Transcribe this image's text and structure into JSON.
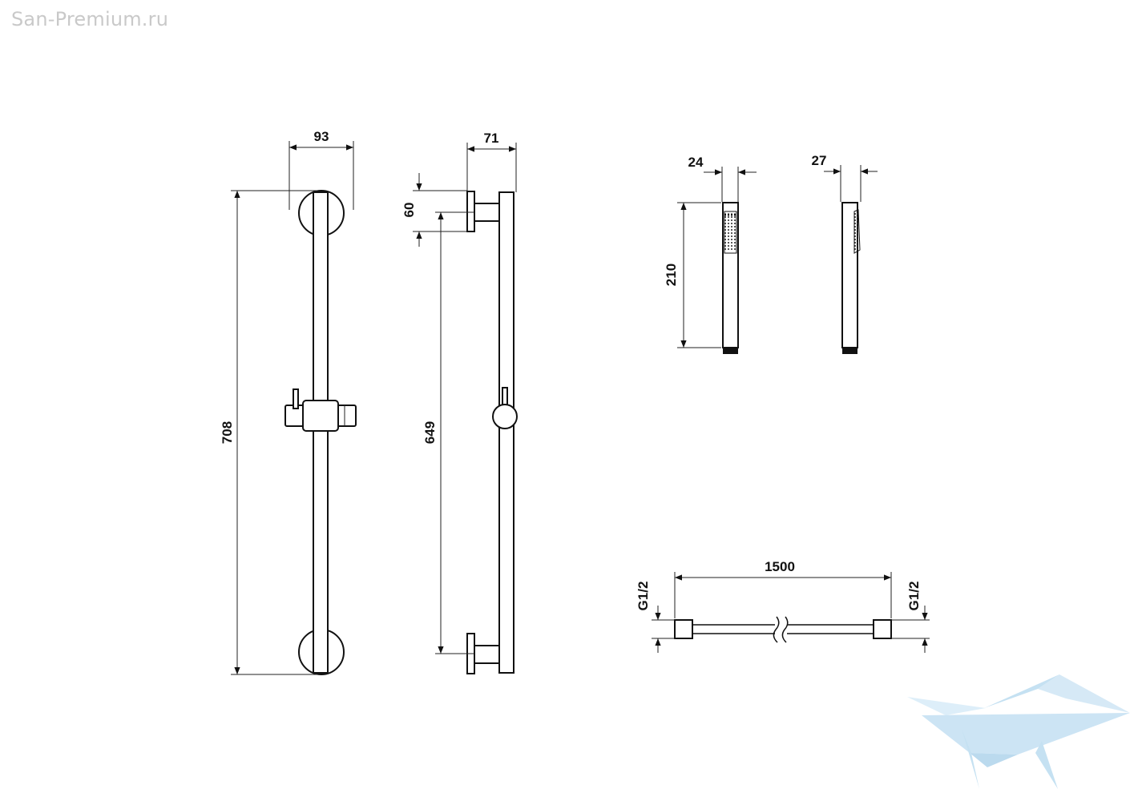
{
  "watermark": "San-Premium.ru",
  "dimensions": {
    "bar_front_width": "93",
    "bar_total_length": "708",
    "bar_side_depth": "71",
    "bracket_offset": "60",
    "bracket_spacing": "649",
    "handshower_front_width": "24",
    "handshower_length": "210",
    "handshower_side_depth": "27",
    "hose_length": "1500",
    "hose_thread_left": "G1/2",
    "hose_thread_right": "G1/2"
  },
  "colors": {
    "line": "#111111",
    "logo": "#bcdcf0"
  }
}
